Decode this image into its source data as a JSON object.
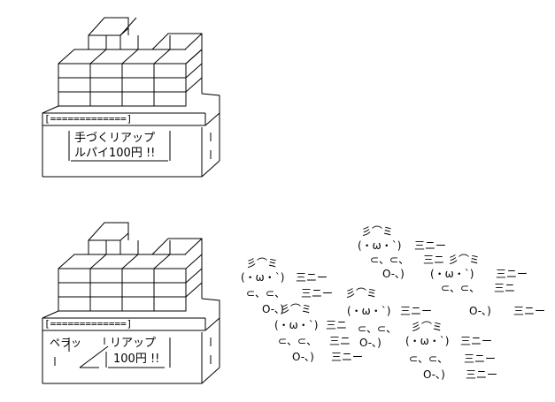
{
  "stall_top": {
    "sign_line1": "手づくリアップ",
    "sign_line2": "ルパイ100円 !!",
    "bar": "[=============]"
  },
  "stall_bottom": {
    "sign_left": "ペラッ",
    "sign_line1": "リアップ",
    "sign_line2": "100円 !!",
    "bar": "[=============]"
  },
  "creatures": {
    "hair": "彡⌒ミ",
    "face": "(・ω・`)",
    "speed": "三ニー",
    "arms": "⊂、⊂、",
    "legs": "O-､)",
    "speed_short": "三ニ"
  }
}
